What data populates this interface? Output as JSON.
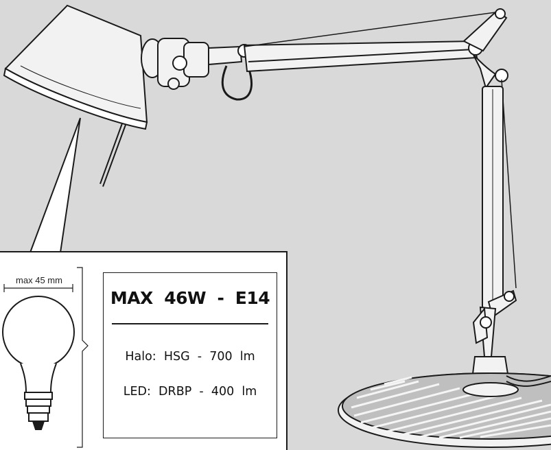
{
  "bulb": {
    "dimension_label": "max 45 mm"
  },
  "spec": {
    "title": "MAX  46W  -  E14",
    "halo_line": "Halo:  HSG  -  700  lm",
    "led_line": "LED:  DRBP  -  400  lm"
  },
  "colors": {
    "background": "#d9d9d9",
    "panel": "#ffffff",
    "line": "#1a1a1a",
    "metal": "#f2f2f2"
  }
}
